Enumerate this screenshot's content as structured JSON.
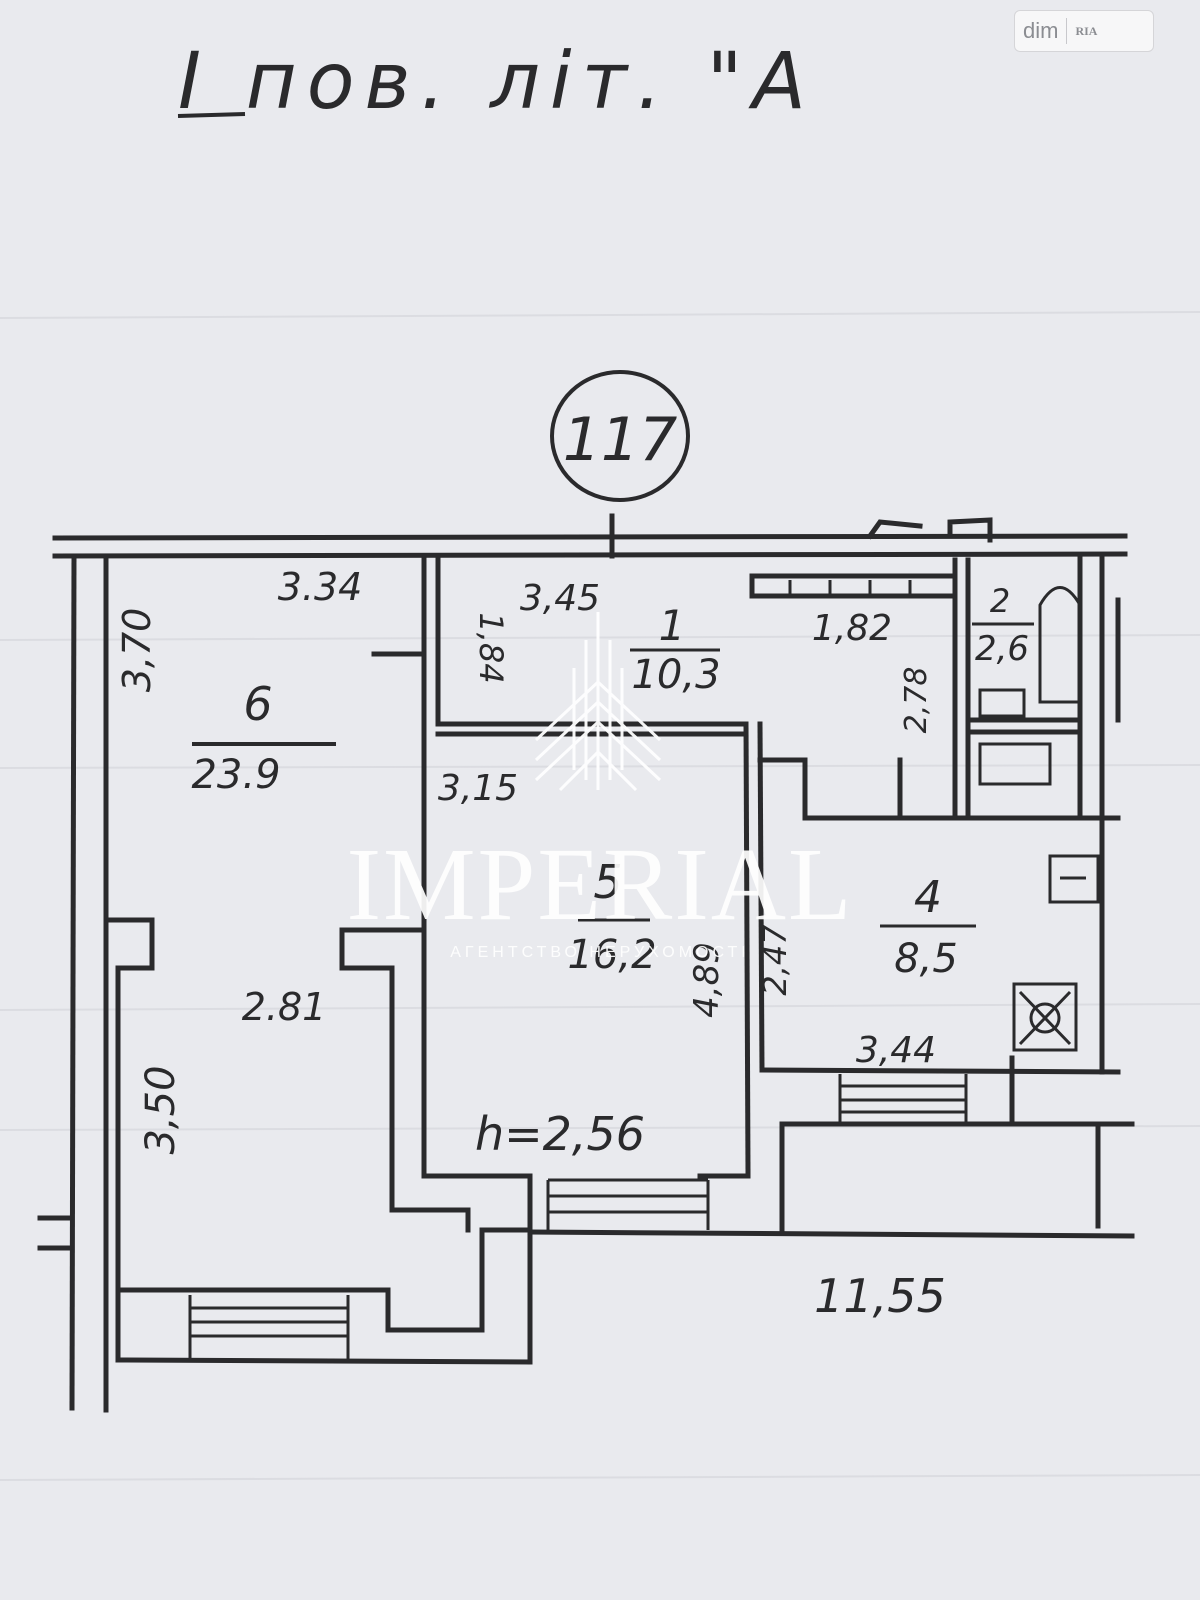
{
  "header": {
    "floor_caption": "I пов. літ. \"А"
  },
  "badge": {
    "site": "dim",
    "logo": "RIA"
  },
  "apartment_number": "117",
  "rooms": [
    {
      "id": "6",
      "area": "23.9"
    },
    {
      "id": "1",
      "area": "10,3"
    },
    {
      "id": "2",
      "area": "2,6"
    },
    {
      "id": "5",
      "area": "16,2"
    },
    {
      "id": "4",
      "area": "8,5"
    }
  ],
  "dimensions": {
    "d_3_34": "3.34",
    "d_3_70": "3,70",
    "d_3_45": "3,45",
    "d_1_84": "1,84",
    "d_1_82": "1,82",
    "d_2_78": "2,78",
    "d_3_15": "3,15",
    "d_4_89": "4,89",
    "d_2_47": "2,47",
    "d_3_44": "3,44",
    "d_2_81": "2.81",
    "d_3_50": "3,50",
    "height": "h=2,56",
    "total_width": "11,55"
  },
  "watermark": {
    "title": "IMPERIAL",
    "subtitle": "АГЕНТСТВО НЕРУХОМОСТІ"
  },
  "colors": {
    "paper": "#e9eaee",
    "ink": "#2a2a2c",
    "watermark": "#ffffff"
  }
}
